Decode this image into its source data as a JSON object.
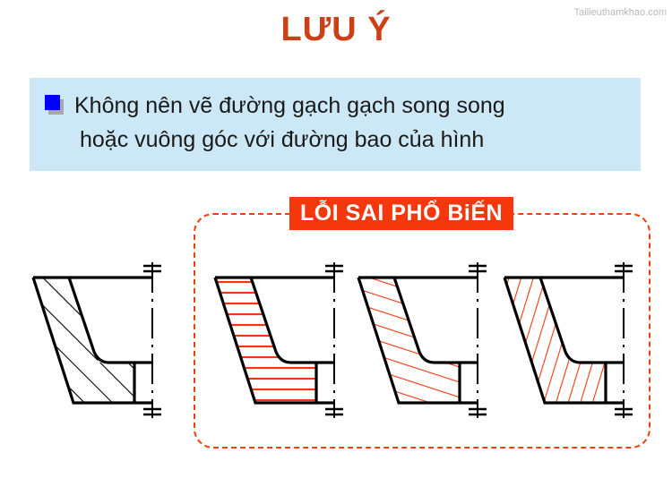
{
  "slide": {
    "title": "LƯU Ý",
    "watermark": "Tailieuthamkhao.com",
    "background_color": "#ffffff",
    "title_color": "#cc3f17"
  },
  "note_box": {
    "background_color": "#cce8f7",
    "bullet": {
      "icon": "blue-square-bullet",
      "color": "#0000ff",
      "shadow_color": "#a8a8a8"
    },
    "line_1": "Không nên vẽ đường gạch gạch song song",
    "line_2": "hoặc vuông góc với đường bao của hình"
  },
  "error_region": {
    "label": "LỖI SAI PHỔ BiẾN",
    "label_background": "#f4370d",
    "label_color": "#ffffff",
    "border_color": "#ef4010",
    "border_style": "dashed"
  },
  "drawings": [
    {
      "name": "correct-hatching",
      "hatch_color": "#000000",
      "hatch_style": "45-degree-diagonal",
      "caption": "",
      "inside_error_box": false
    },
    {
      "name": "wrong-hatching-horizontal",
      "hatch_color": "#f4370d",
      "hatch_style": "horizontal",
      "caption": "",
      "inside_error_box": true
    },
    {
      "name": "wrong-hatching-perpendicular",
      "hatch_color": "#f4370d",
      "hatch_style": "perpendicular-to-outline",
      "caption": "",
      "inside_error_box": true
    },
    {
      "name": "wrong-hatching-parallel",
      "hatch_color": "#f4370d",
      "hatch_style": "parallel-to-outline",
      "caption": "",
      "inside_error_box": true
    }
  ]
}
